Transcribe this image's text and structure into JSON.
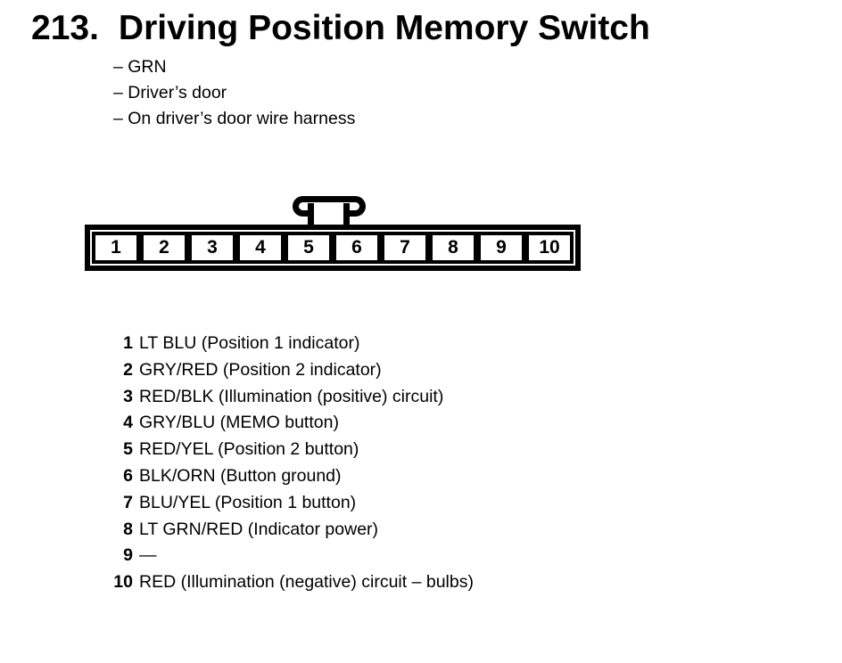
{
  "page": {
    "section_number": "213.",
    "title": "Driving Position Memory Switch",
    "notes": [
      "– GRN",
      "– Driver’s door",
      "– On driver’s door wire harness"
    ]
  },
  "connector": {
    "pins": [
      "1",
      "2",
      "3",
      "4",
      "5",
      "6",
      "7",
      "8",
      "9",
      "10"
    ]
  },
  "pin_list": [
    {
      "pin": "1",
      "desc": "LT BLU (Position 1 indicator)"
    },
    {
      "pin": "2",
      "desc": "GRY/RED (Position 2 indicator)"
    },
    {
      "pin": "3",
      "desc": "RED/BLK (Illumination (positive) circuit)"
    },
    {
      "pin": "4",
      "desc": "GRY/BLU (MEMO button)"
    },
    {
      "pin": "5",
      "desc": "RED/YEL (Position 2 button)"
    },
    {
      "pin": "6",
      "desc": "BLK/ORN (Button ground)"
    },
    {
      "pin": "7",
      "desc": "BLU/YEL (Position 1 button)"
    },
    {
      "pin": "8",
      "desc": "LT GRN/RED (Indicator power)"
    },
    {
      "pin": "9",
      "desc": "—"
    },
    {
      "pin": "10",
      "desc": "RED (Illumination (negative) circuit – bulbs)"
    }
  ],
  "colors": {
    "ink": "#000000",
    "paper": "#ffffff"
  }
}
